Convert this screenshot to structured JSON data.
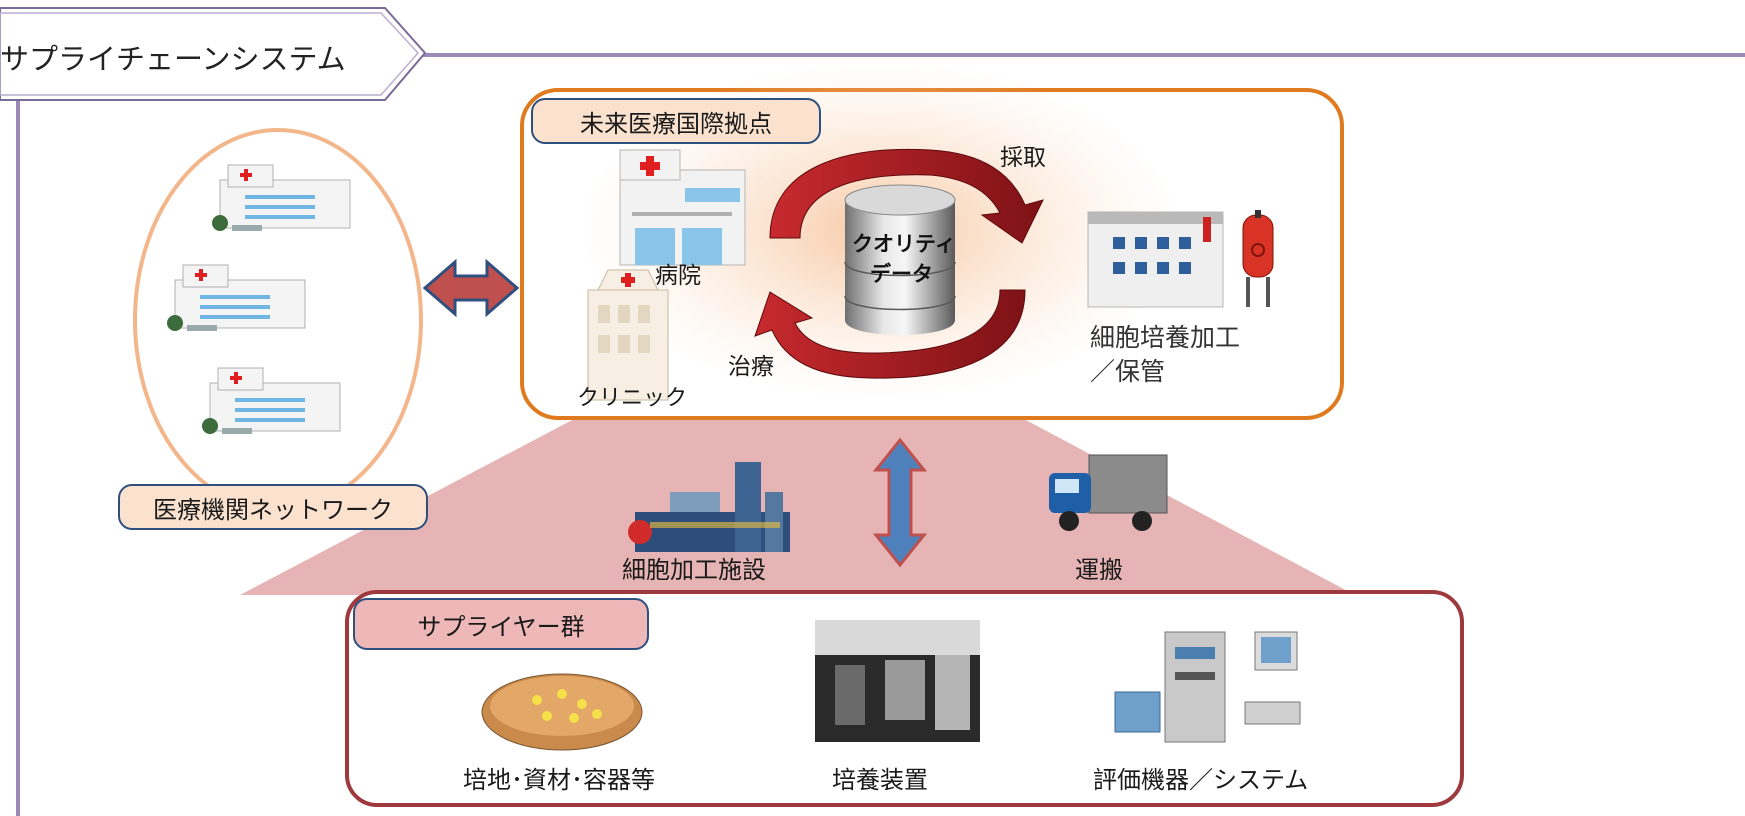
{
  "header": {
    "title": "サプライチェーンシステム"
  },
  "hub": {
    "label": "未来医療国際拠点",
    "database_label_line1": "クオリティ",
    "database_label_line2": "データ",
    "hospital_label": "病院",
    "clinic_label": "クリニック",
    "treatment_label": "治療",
    "collection_label": "採取",
    "cell_processing_line1": "細胞培養加工",
    "cell_processing_line2": "／保管"
  },
  "network": {
    "label": "医療機関ネットワーク"
  },
  "middle": {
    "facility_label": "細胞加工施設",
    "transport_label": "運搬"
  },
  "suppliers": {
    "label": "サプライヤー群",
    "items": [
      {
        "label": "培地･資材･容器等"
      },
      {
        "label": "培養装置"
      },
      {
        "label": "評価機器／システム"
      }
    ]
  },
  "colors": {
    "hub_border": "#e07a1f",
    "supplier_border": "#9e3a3e",
    "network_ellipse": "#f3b68a",
    "header_line": "#9b8ab8",
    "triangle": "#d98c8c"
  },
  "icons": [
    "hospital-icon",
    "clinic-icon",
    "database-icon",
    "cycle-arrow-icon",
    "factory-icon",
    "truck-icon",
    "petri-dish-icon",
    "culture-device-icon",
    "analyzer-icon",
    "double-arrow-icon"
  ]
}
